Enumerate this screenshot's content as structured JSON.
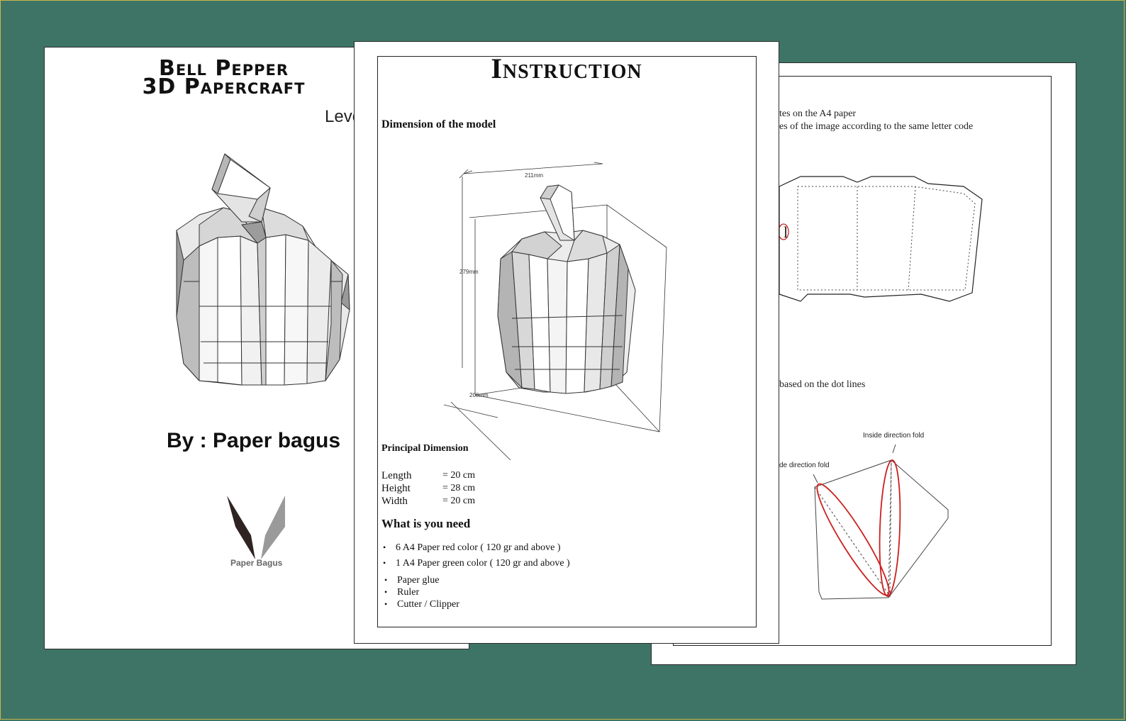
{
  "colors": {
    "background": "#3e7466",
    "fold_highlight": "#cc1f1f"
  },
  "cover": {
    "title_line1": "Bell Pepper",
    "title_line2": "3D Papercraft",
    "level_text": "Leve",
    "byline": "By : Paper bagus",
    "logo_text": "Paper Bagus"
  },
  "instruction": {
    "title": "Instruction",
    "dimension_heading": "Dimension of the model",
    "diagram_labels": {
      "top": "211mm",
      "side": "279mm",
      "depth": "200mm"
    },
    "principal_heading": "Principal Dimension",
    "dimensions": [
      {
        "label": "Length",
        "value": "= 20 cm"
      },
      {
        "label": "Height",
        "value": "= 28 cm"
      },
      {
        "label": "Width",
        "value": "= 20 cm"
      }
    ],
    "need_heading": "What is you need",
    "needs": [
      "6 A4 Paper red color ( 120 gr and above )",
      "1 A4 Paper green color ( 120 gr and above )",
      "Paper glue",
      "Ruler",
      "Cutter / Clipper"
    ]
  },
  "steps_page": {
    "text_line1": "tes on the A4 paper",
    "text_line2": "es of the image according to the same letter code",
    "partial_code": "l",
    "text_line3": "based on the dot lines",
    "fold_label_right": "Inside direction fold",
    "fold_label_left": "de direction fold"
  }
}
